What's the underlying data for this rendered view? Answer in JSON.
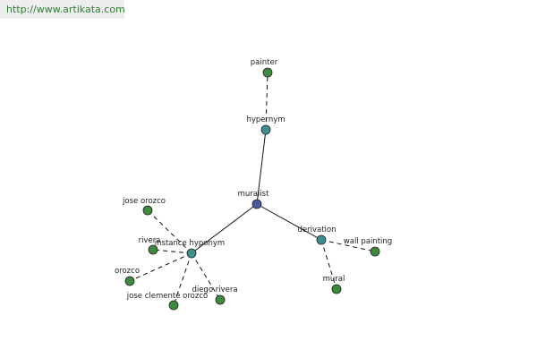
{
  "url_text": "http://www.artikata.com",
  "colors": {
    "center_node": "#4a5aa0",
    "relation_node": "#3f8f8f",
    "leaf_node": "#3e8a3e",
    "url_text": "#2e7d32"
  },
  "nodes": {
    "muralist": {
      "label": "muralist",
      "kind": "center"
    },
    "hypernym": {
      "label": "hypernym",
      "kind": "relation"
    },
    "painter": {
      "label": "painter",
      "kind": "leaf"
    },
    "instance_hyponym": {
      "label": "instance hyponym",
      "kind": "relation"
    },
    "jose_orozco": {
      "label": "jose orozco",
      "kind": "leaf"
    },
    "rivera": {
      "label": "rivera",
      "kind": "leaf"
    },
    "orozco": {
      "label": "orozco",
      "kind": "leaf"
    },
    "jose_clemente_orozco": {
      "label": "jose clemente orozco",
      "kind": "leaf"
    },
    "diego_rivera": {
      "label": "diego rivera",
      "kind": "leaf"
    },
    "derivation": {
      "label": "derivation",
      "kind": "relation"
    },
    "wall_painting": {
      "label": "wall painting",
      "kind": "leaf"
    },
    "mural": {
      "label": "mural",
      "kind": "leaf"
    }
  },
  "edges": [
    {
      "from": "muralist",
      "to": "hypernym",
      "style": "solid"
    },
    {
      "from": "hypernym",
      "to": "painter",
      "style": "dashed"
    },
    {
      "from": "muralist",
      "to": "instance_hyponym",
      "style": "solid"
    },
    {
      "from": "instance_hyponym",
      "to": "jose_orozco",
      "style": "dashed"
    },
    {
      "from": "instance_hyponym",
      "to": "rivera",
      "style": "dashed"
    },
    {
      "from": "instance_hyponym",
      "to": "orozco",
      "style": "dashed"
    },
    {
      "from": "instance_hyponym",
      "to": "jose_clemente_orozco",
      "style": "dashed"
    },
    {
      "from": "instance_hyponym",
      "to": "diego_rivera",
      "style": "dashed"
    },
    {
      "from": "muralist",
      "to": "derivation",
      "style": "solid"
    },
    {
      "from": "derivation",
      "to": "wall_painting",
      "style": "dashed"
    },
    {
      "from": "derivation",
      "to": "mural",
      "style": "dashed"
    }
  ]
}
